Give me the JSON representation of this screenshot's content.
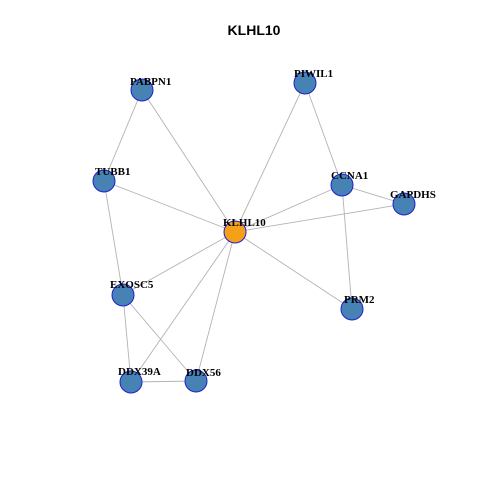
{
  "title": "KLHL10",
  "colors": {
    "hub_fill": "#f5a019",
    "node_fill": "#4682b4",
    "node_stroke": "#1f1fd0",
    "edge": "#b3b3b3"
  },
  "nodes": [
    {
      "id": "KLHL10",
      "label": "KLHL10",
      "hub": true
    },
    {
      "id": "PABPN1",
      "label": "PABPN1",
      "hub": false
    },
    {
      "id": "PIWIL1",
      "label": "PIWIL1",
      "hub": false
    },
    {
      "id": "TUBB1",
      "label": "TUBB1",
      "hub": false
    },
    {
      "id": "CCNA1",
      "label": "CCNA1",
      "hub": false
    },
    {
      "id": "GAPDHS",
      "label": "GAPDHS",
      "hub": false
    },
    {
      "id": "EXOSC5",
      "label": "EXOSC5",
      "hub": false
    },
    {
      "id": "PRM2",
      "label": "PRM2",
      "hub": false
    },
    {
      "id": "DDX39A",
      "label": "DDX39A",
      "hub": false
    },
    {
      "id": "DDX56",
      "label": "DDX56",
      "hub": false
    }
  ],
  "edges": [
    [
      "PABPN1",
      "KLHL10"
    ],
    [
      "PABPN1",
      "TUBB1"
    ],
    [
      "PIWIL1",
      "KLHL10"
    ],
    [
      "PIWIL1",
      "CCNA1"
    ],
    [
      "TUBB1",
      "KLHL10"
    ],
    [
      "TUBB1",
      "EXOSC5"
    ],
    [
      "CCNA1",
      "KLHL10"
    ],
    [
      "CCNA1",
      "GAPDHS"
    ],
    [
      "CCNA1",
      "PRM2"
    ],
    [
      "GAPDHS",
      "KLHL10"
    ],
    [
      "KLHL10",
      "EXOSC5"
    ],
    [
      "KLHL10",
      "PRM2"
    ],
    [
      "KLHL10",
      "DDX39A"
    ],
    [
      "KLHL10",
      "DDX56"
    ],
    [
      "EXOSC5",
      "DDX39A"
    ],
    [
      "EXOSC5",
      "DDX56"
    ],
    [
      "DDX39A",
      "DDX56"
    ]
  ]
}
